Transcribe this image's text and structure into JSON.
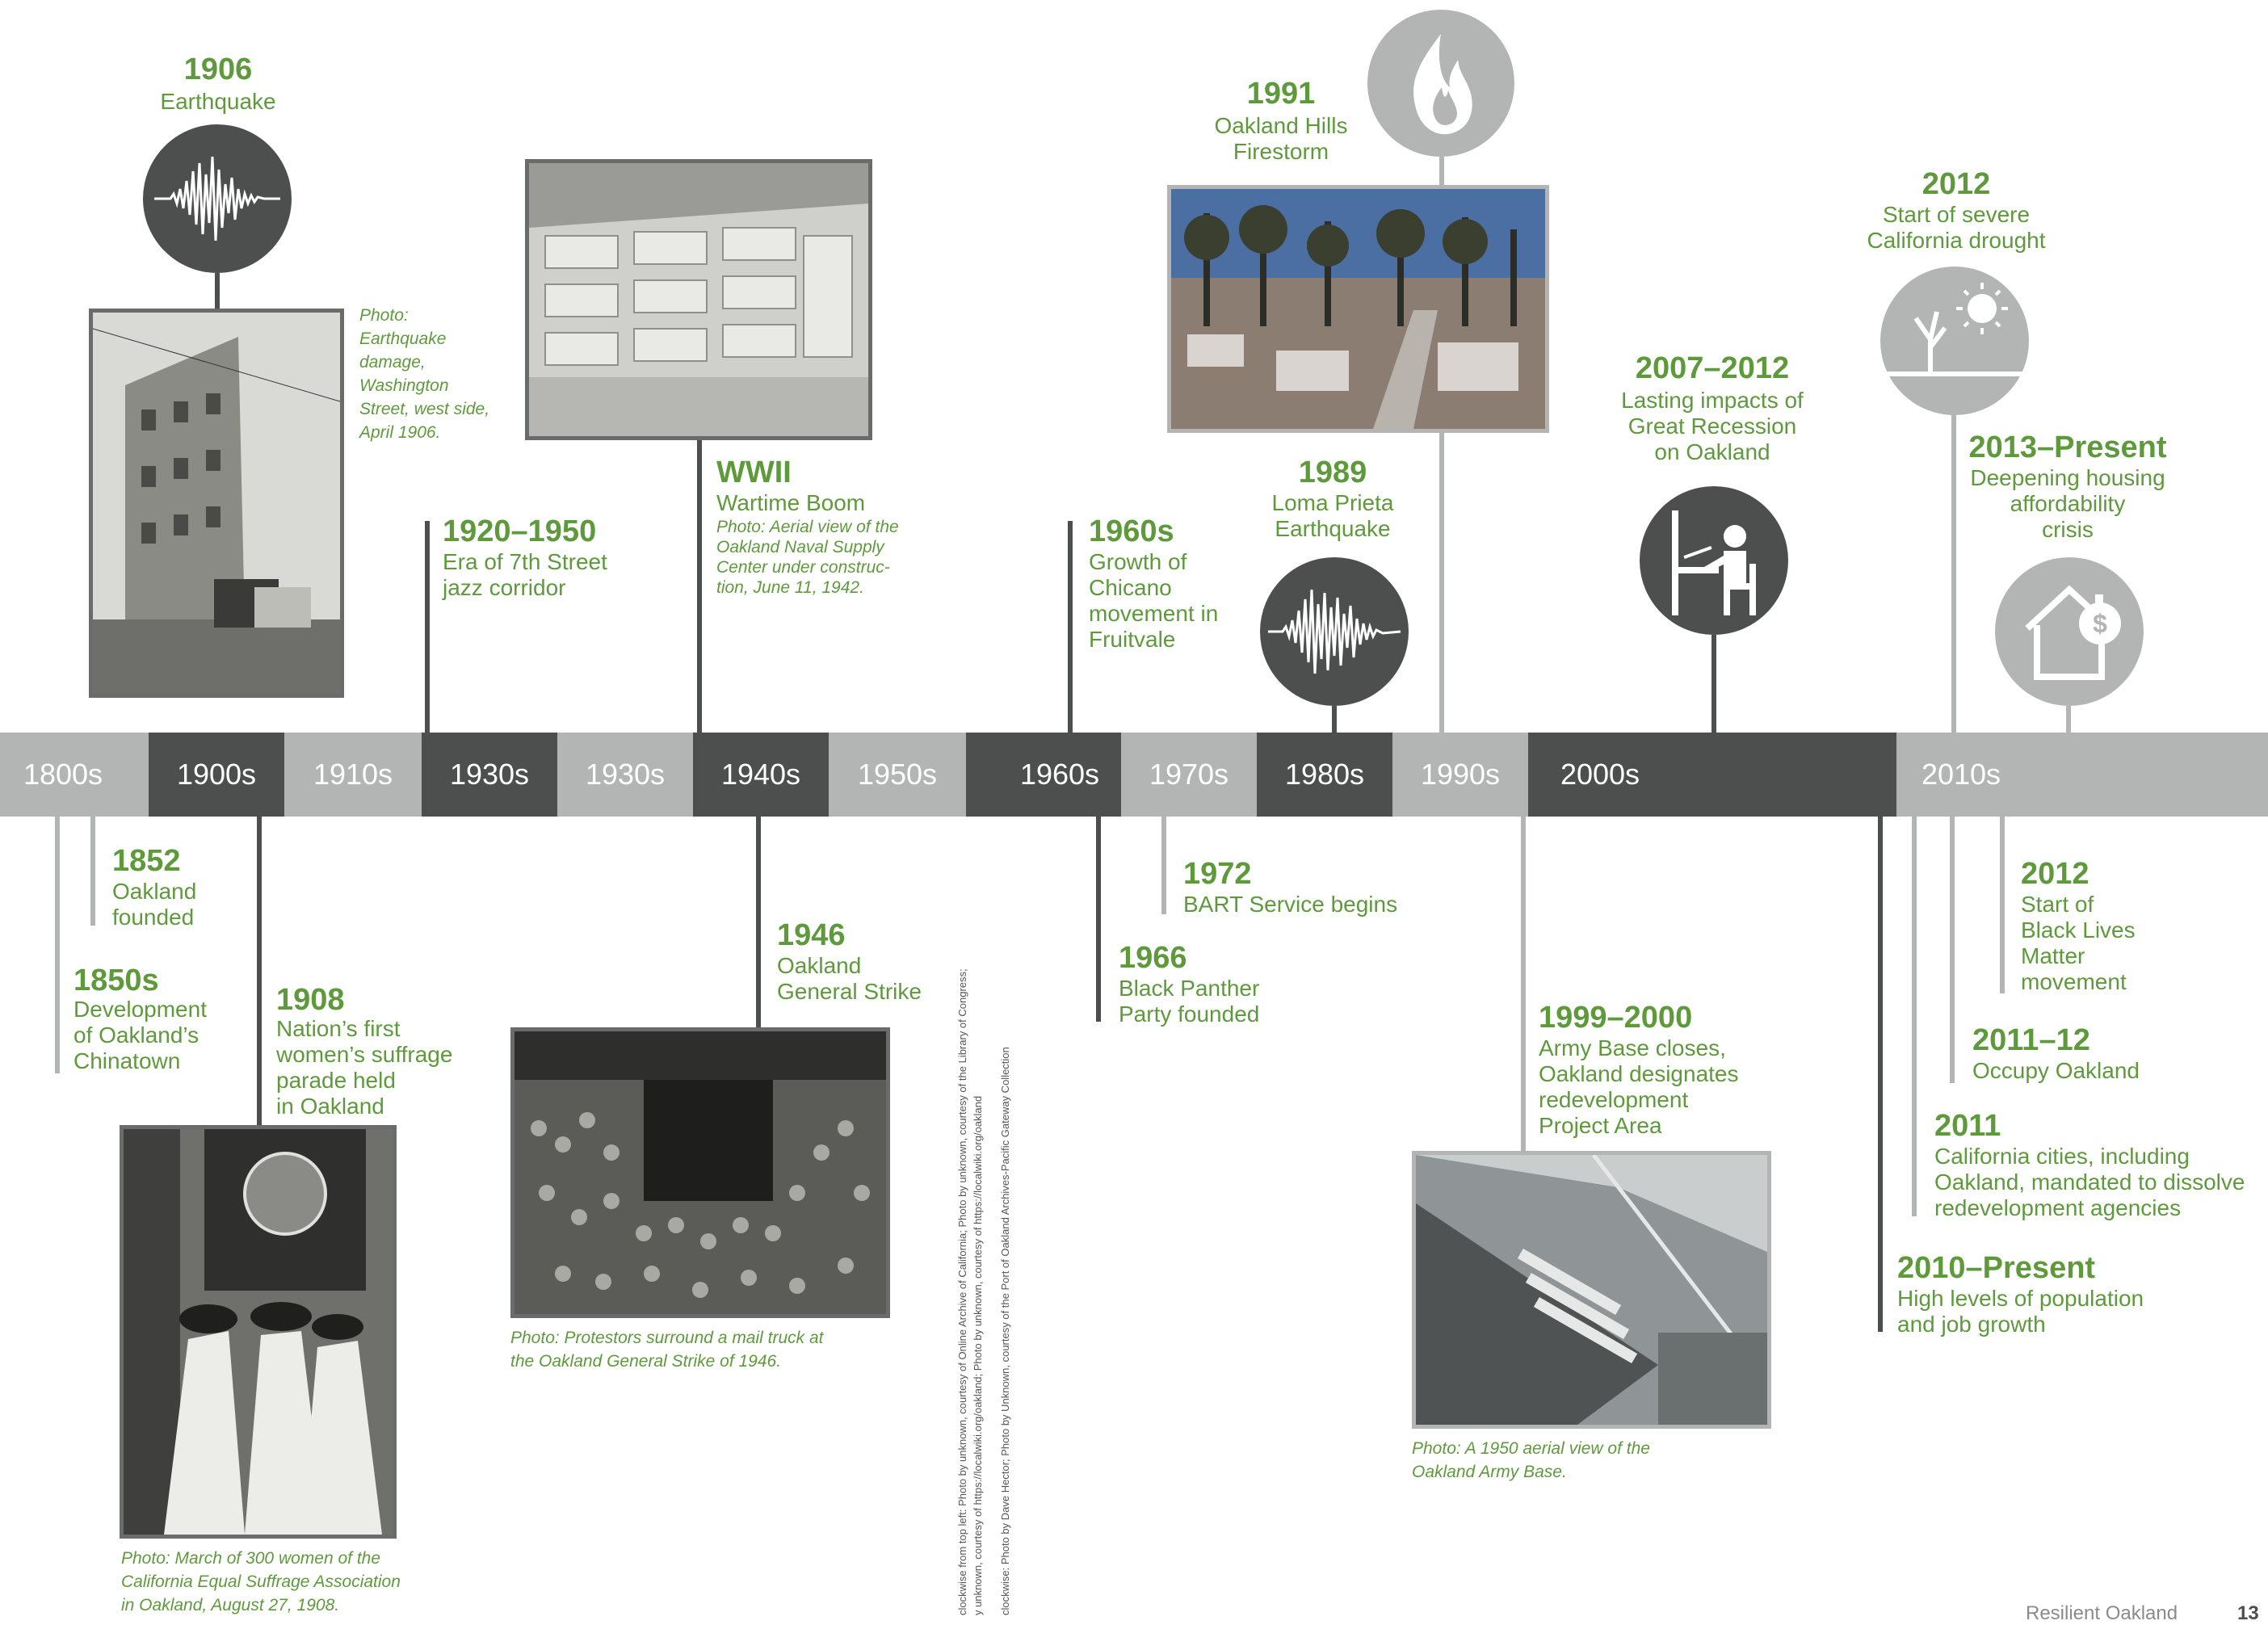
{
  "decades": [
    {
      "label": "1800s",
      "tone": "light"
    },
    {
      "label": "1900s",
      "tone": "dark"
    },
    {
      "label": "1910s",
      "tone": "light"
    },
    {
      "label": "1930s",
      "tone": "dark"
    },
    {
      "label": "1930s",
      "tone": "light"
    },
    {
      "label": "1940s",
      "tone": "dark"
    },
    {
      "label": "1950s",
      "tone": "light"
    },
    {
      "label": "1960s",
      "tone": "dark"
    },
    {
      "label": "1970s",
      "tone": "light"
    },
    {
      "label": "1980s",
      "tone": "dark"
    },
    {
      "label": "1990s",
      "tone": "light"
    },
    {
      "label": "2000s",
      "tone": "dark"
    },
    {
      "label": "2010s",
      "tone": "light"
    }
  ],
  "above": {
    "e1906": {
      "year": "1906",
      "title": "Earthquake",
      "caption": "Photo:\nEarthquake\ndamage,\nWashington\nStreet, west side,\nApril 1906.",
      "icon": "seismograph-icon"
    },
    "e1920": {
      "year": "1920–1950",
      "text": "Era of 7th Street\njazz corridor"
    },
    "wwii": {
      "year": "WWII",
      "text": "Wartime Boom",
      "caption": "Photo: Aerial view of the\nOakland Naval Supply\nCenter under construc-\ntion, June 11, 1942."
    },
    "e1960s": {
      "year": "1960s",
      "text": "Growth of\nChicano\nmovement in\nFruitvale"
    },
    "e1991": {
      "year": "1991",
      "text": "Oakland Hills\nFirestorm",
      "icon": "flame-icon"
    },
    "e1989": {
      "year": "1989",
      "text": "Loma Prieta\nEarthquake",
      "icon": "seismograph-icon"
    },
    "e2007": {
      "year": "2007–2012",
      "text": "Lasting impacts of\nGreat Recession\non Oakland",
      "icon": "desk-worker-icon"
    },
    "e2012a": {
      "year": "2012",
      "text": "Start of severe\nCalifornia drought",
      "icon": "drought-icon"
    },
    "e2013": {
      "year": "2013–Present",
      "text": "Deepening housing\naffordability\ncrisis",
      "icon": "house-dollar-icon"
    }
  },
  "below": {
    "e1852": {
      "year": "1852",
      "text": "Oakland\nfounded"
    },
    "e1850s": {
      "year": "1850s",
      "text": "Development\nof Oakland’s\nChinatown"
    },
    "e1908": {
      "year": "1908",
      "text": "Nation’s first\nwomen’s suffrage\nparade held\nin Oakland",
      "caption": "Photo: March of 300 women of the\nCalifornia Equal Suffrage Association\nin Oakland, August 27, 1908."
    },
    "e1946": {
      "year": "1946",
      "text": "Oakland\nGeneral Strike",
      "caption": "Photo: Protestors surround a mail truck at\nthe Oakland General Strike of 1946."
    },
    "e1972": {
      "year": "1972",
      "text": "BART Service begins"
    },
    "e1966": {
      "year": "1966",
      "text": "Black Panther\nParty founded"
    },
    "e1999": {
      "year": "1999–2000",
      "text": "Army Base closes,\nOakland designates\nredevelopment\nProject Area",
      "caption": "Photo: A 1950 aerial view of the\nOakland Army Base."
    },
    "e2012b": {
      "year": "2012",
      "text": "Start of\nBlack Lives\nMatter\nmovement"
    },
    "e2011_12": {
      "year": "2011–12",
      "text": "Occupy Oakland"
    },
    "e2011": {
      "year": "2011",
      "text": "California cities, including\nOakland, mandated to dissolve\nredevelopment agencies"
    },
    "e2010": {
      "year": "2010–Present",
      "text": "High levels of population\nand job growth"
    }
  },
  "credits": {
    "line1": "clockwise from top left: Photo by unknown, courtesy of Online Archive of California; Photo by unknown, courtesy of the Library of Congress;",
    "line2": "y unknown, courtesy of https://localwiki.org/oakland; Photo by unknown, courtesy of https://localwiki.org/oakland",
    "line3": "clockwise: Photo by Dave Hector; Photo by Unknown, courtesy of the Port of Oakland Archives-Pacific Gateway Collection"
  },
  "footer": {
    "title": "Resilient Oakland",
    "page": "13"
  },
  "colors": {
    "green": "#5e9a3c",
    "dark": "#4d4f4f",
    "light": "#b3b5b5"
  }
}
